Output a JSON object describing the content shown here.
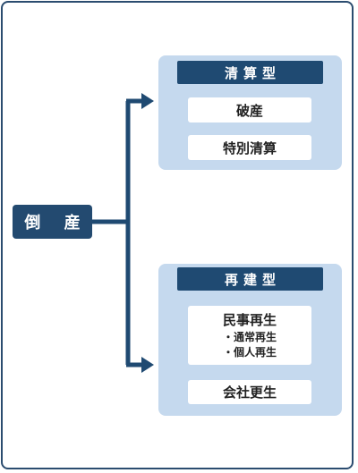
{
  "diagram": {
    "root": "倒 産",
    "groups": [
      {
        "title": "清算型",
        "items": [
          "破産",
          "特別清算"
        ]
      },
      {
        "title": "再建型",
        "items": [
          {
            "label": "民事再生",
            "sub_items": [
              "・通常再生",
              "・個人再生"
            ]
          },
          "会社更生"
        ]
      }
    ]
  },
  "colors": {
    "border": "#2b4c6f",
    "root_bg": "#234a70",
    "group_bg": "#c5d9ee",
    "header_bg": "#1f4a72",
    "connector": "#1f4a72"
  }
}
